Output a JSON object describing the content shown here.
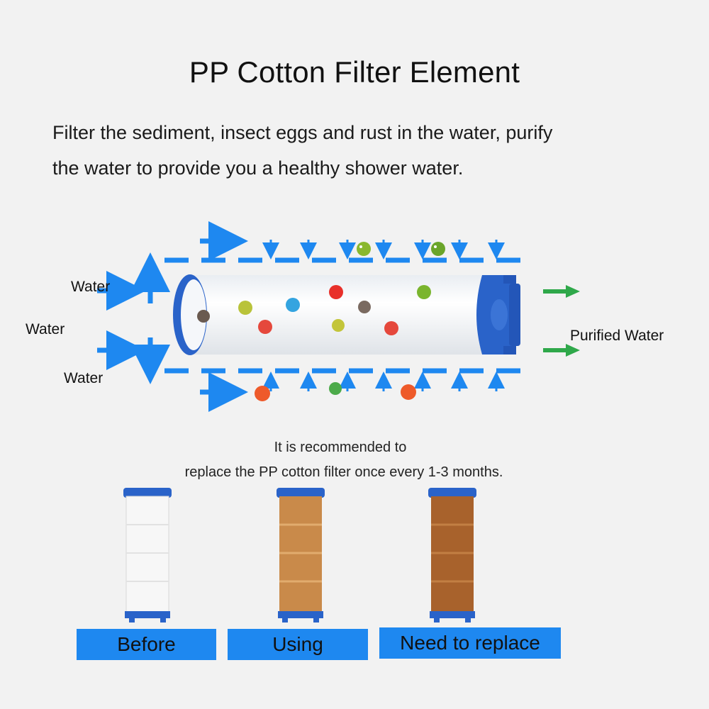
{
  "title": "PP Cotton Filter Element",
  "description": {
    "line1": "Filter the sediment, insect eggs and rust in the water, purify",
    "line2": "the water to provide you a healthy shower water."
  },
  "diagram": {
    "inlet_labels": [
      "Water",
      "Water",
      "Water"
    ],
    "outlet_label": "Purified Water"
  },
  "recommendation": {
    "line1": "It is recommended to",
    "line2": "replace the PP cotton filter once every 1-3 months."
  },
  "stages": [
    {
      "label": "Before",
      "color": "#f7f7f7"
    },
    {
      "label": "Using",
      "color": "#c98a4a"
    },
    {
      "label": "Need to replace",
      "color": "#a8622c"
    }
  ],
  "colors": {
    "accent_blue": "#1e88f0",
    "end_cap_blue": "#2a63c9",
    "outlet_green": "#2fa84a",
    "stage_bar_blue": "#1e88f0"
  },
  "icons": [
    "blue-arrow-icon",
    "green-arrow-icon",
    "germ-icon"
  ]
}
